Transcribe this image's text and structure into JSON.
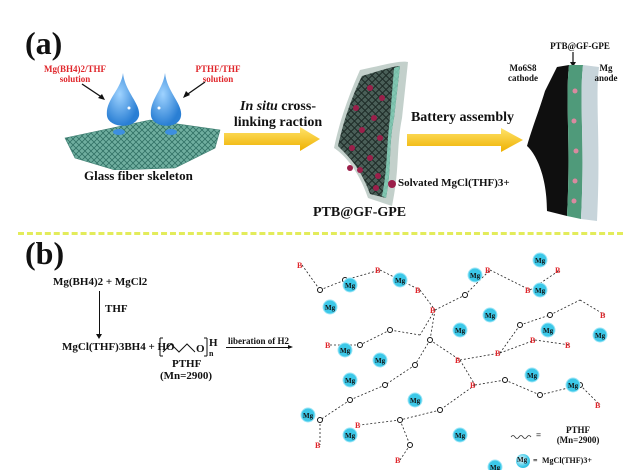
{
  "panel_a": {
    "label": "(a)",
    "drop_left_label_line1": "Mg(BH4)2/THF",
    "drop_left_label_line2": "solution",
    "drop_right_label_line1": "PTHF/THF",
    "drop_right_label_line2": "solution",
    "skeleton_caption": "Glass fiber skeleton",
    "arrow1_label_line1_italic": "In situ",
    "arrow1_label_line1_rest": " cross-",
    "arrow1_label_line2": "linking raction",
    "membrane_caption": "PTB@GF-GPE",
    "legend_dot_label": "Solvated MgCl(THF)3+",
    "arrow2_label": "Battery assembly",
    "battery_top_label": "PTB@GF-GPE",
    "cathode_label_line1": "Mo6S8",
    "cathode_label_line2": "cathode",
    "anode_label_line1": "Mg",
    "anode_label_line2": "anode"
  },
  "panel_b": {
    "label": "(b)",
    "reactants": "Mg(BH4)2 + MgCl2",
    "solvent": "THF",
    "product_left": "MgCl(THF)3BH4 + HO",
    "polymer_repeat": "O",
    "polymer_end": "H",
    "polymer_subscript": "n",
    "polymer_name": "PTHF",
    "polymer_mn": "(Mn=2900)",
    "reaction_arrow_label": "liberation of H2",
    "network_mg_label": "Mg",
    "legend_wave_label_line1": "PTHF",
    "legend_wave_label_line2": "(Mn=2900)",
    "legend_mg_label": "MgCl(THF)3+",
    "legend_equals": "="
  },
  "colors": {
    "accent_red": "#e0262b",
    "mg_cyan": "#3cc8e8",
    "arrow_yellow": "#f5c518",
    "divider_yellow": "#e3ec5b",
    "drop_blue": "#4aa3e8",
    "fiber_green": "#5a9e90",
    "dot_crimson": "#9b1f4a"
  }
}
